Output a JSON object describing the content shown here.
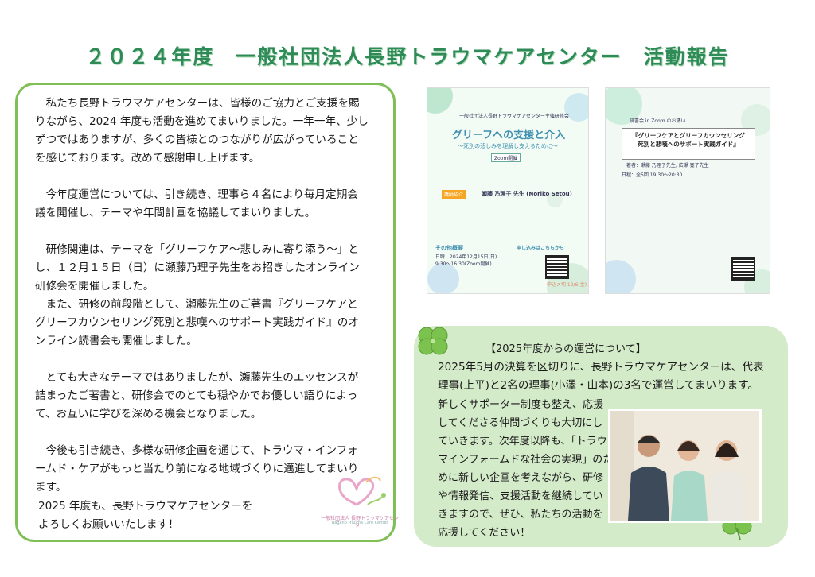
{
  "title": "２０２４年度　一般社団法人長野トラウマケアセンター　活動報告",
  "left_box": {
    "p1": [
      "私たち長野トラウマケアセンターは、皆様のご協力とご支援を賜",
      "りながら、2024 年度も活動を進めてまいりました。一年一年、少し",
      "ずつではありますが、多くの皆様とのつながりが広がっていること",
      "を感じております。改めて感謝申し上げます。"
    ],
    "p2": [
      "今年度運営については、引き続き、理事ら４名により毎月定期会",
      "議を開催し、テーマや年間計画を協議してまいりました。"
    ],
    "p3": [
      "研修関連は、テーマを「グリーフケア～悲しみに寄り添う～」と",
      "し、１２月１５日（日）に瀬藤乃理子先生をお招きしたオンライン",
      "研修会を開催しました。",
      "また、研修の前段階として、瀬藤先生のご著書『グリーフケアと",
      "グリーフカウンセリング死別と悲嘆へのサポート実践ガイド』のオ",
      "ンライン読書会も開催しました。"
    ],
    "p4": [
      "とても大きなテーマではありましたが、瀬藤先生のエッセンスが",
      "詰まったご著書と、研修会でのとても穏やかでお優しい語りによっ",
      "て、お互いに学びを深める機会となりました。"
    ],
    "p5": [
      "今後も引き続き、多様な研修企画を通じて、トラウマ・インフォ",
      "ームド・ケアがもっと当たり前になる地域づくりに邁進してまいり",
      "ます。"
    ],
    "closing": [
      "2025 年度も、長野トラウマケアセンターを",
      "よろしくお願いいたします！"
    ]
  },
  "logo": {
    "caption_jp": "一般社団法人 長野トラウマケアセンター",
    "caption_en": "Nagano Trauma Care Center"
  },
  "flyer1": {
    "org": "一般社団法人長野トラウマケアセンター主催研修会",
    "heading": "グリーフへの支援と介入",
    "subheading": "～死別の悲しみを理解し支えるために～",
    "format": "Zoom開催",
    "lecturer_label": "講師紹介",
    "lecturer": "瀬藤 乃理子 先生 (Noriko Setou)",
    "overview_label": "その他概要",
    "date": "日時：2024年12月15日(日)",
    "time": "9:30～16:30(Zoom開催)",
    "apply_label": "申し込みはこちらから",
    "deadline": "申込〆切 12/6(金)"
  },
  "flyer2": {
    "tag": "読書会 in Zoom のお誘い",
    "book_title_1": "『グリーフケアとグリーフカウンセリング",
    "book_title_2": "死別と悲嘆へのサポート実践ガイド』",
    "authors": "著者：瀬藤 乃理子先生, 広瀬 寛子先生",
    "schedule": "日程：全5回 19:30～20:30"
  },
  "right_box": {
    "heading": "【2025年度からの運営について】",
    "lines": [
      "2025年5月の決算を区切りに、長野トラウマケアセンターは、代表",
      "理事(上平)と2名の理事(小澤・山本)の3名で運営してまいります。"
    ],
    "para": [
      "新しくサポーター制度も整え、応援",
      "してくださる仲間づくりも大切にし",
      "ていきます。次年度以降も、「トラウ",
      "マインフォームドな社会の実現」のた",
      "めに新しい企画を考えながら、研修",
      "や情報発信、支援活動を継続してい",
      "きますので、ぜひ、私たちの活動を",
      "応援してください！"
    ]
  },
  "colors": {
    "title": "#2e8b57",
    "left_border": "#7fbf55",
    "right_bg": "#d4ebc9"
  },
  "icons": [
    "clover-icon",
    "heart-bird-logo-icon",
    "qr-code-icon"
  ]
}
